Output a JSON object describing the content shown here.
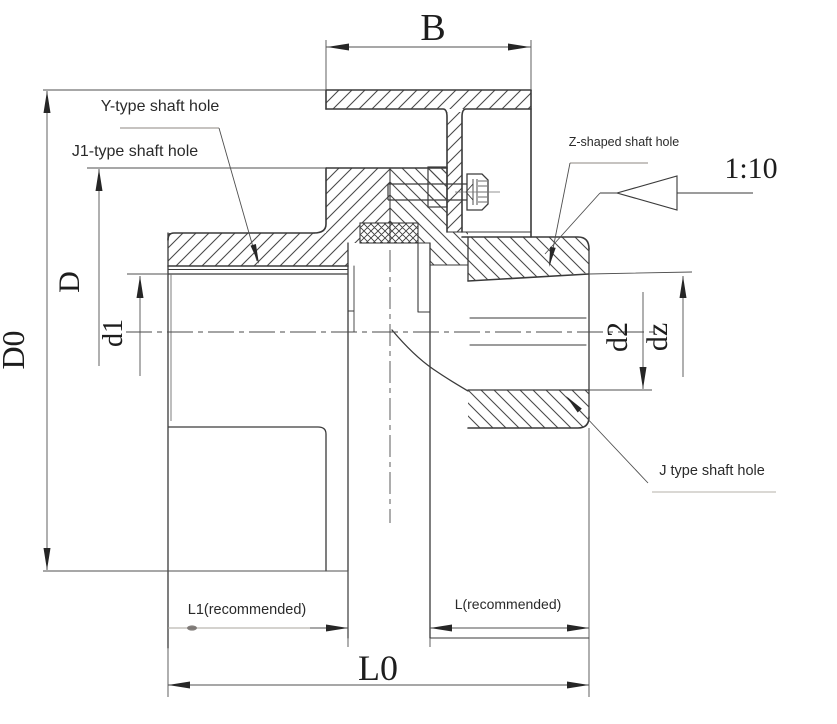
{
  "drawing": {
    "title": "Flange coupling cross-section technical drawing",
    "dimensions": {
      "B": "B",
      "D0": "D0",
      "D": "D",
      "d1": "d1",
      "d2": "d2",
      "dz": "dz",
      "L0": "L0",
      "L1": "L1(recommended)",
      "L": "L(recommended)",
      "taper": "1:10"
    },
    "callouts": {
      "y_type": "Y-type shaft hole",
      "j1_type": "J1-type shaft hole",
      "z_type": "Z-shaped shaft hole",
      "j_type": "J type shaft hole"
    },
    "colors": {
      "object_line": "#3a3a3a",
      "thin_line": "#6f6f6f",
      "background": "#ffffff"
    }
  }
}
